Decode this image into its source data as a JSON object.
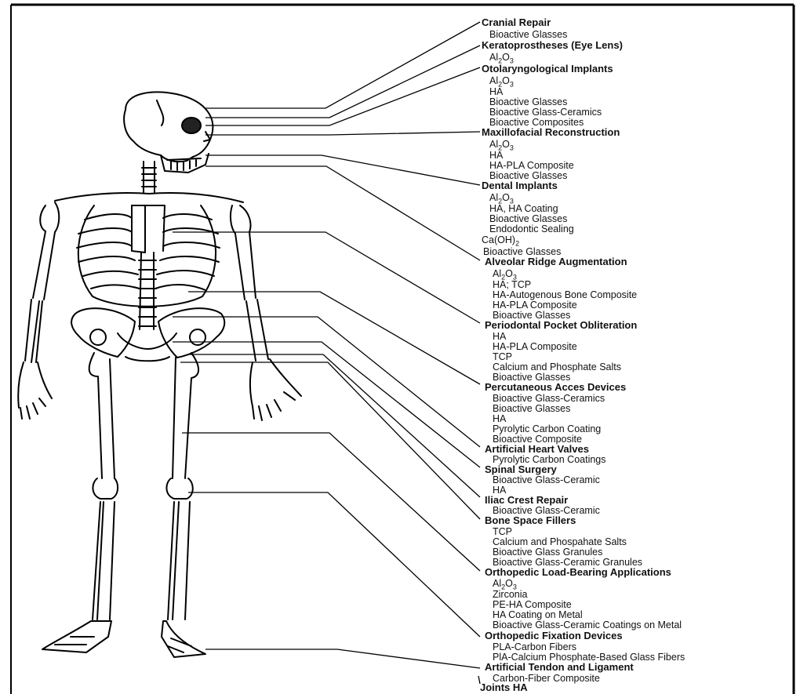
{
  "figure": {
    "groups": [
      {
        "title": "Cranial Repair",
        "items": [
          "Bioactive Glasses"
        ]
      },
      {
        "title": "Keratoprostheses (Eye Lens)",
        "items": [
          "Al2O3"
        ]
      },
      {
        "title": "Otolaryngological Implants",
        "items": [
          "Al2O3",
          "HA",
          "Bioactive Glasses",
          "Bioactive Glass-Ceramics",
          "Bioactive Composites"
        ]
      },
      {
        "title": "Maxillofacial Reconstruction",
        "items": [
          "Al2O3",
          "HA",
          "HA-PLA Composite",
          "Bioactive Glasses"
        ]
      },
      {
        "title": "Dental Implants",
        "items": [
          "Al2O3",
          "HA, HA Coating",
          "Bioactive Glasses",
          "Endodontic Sealing",
          "Ca(OH)2",
          "Bioactive Glasses"
        ]
      },
      {
        "title": "Alveolar Ridge Augmentation",
        "items": [
          "Al2O3",
          "HA; TCP",
          "HA-Autogenous Bone Composite",
          "HA-PLA Composite",
          "Bioactive Glasses"
        ]
      },
      {
        "title": "Periodontal Pocket Obliteration",
        "items": [
          "HA",
          "HA-PLA Composite",
          "TCP",
          "Calcium and Phosphate Salts",
          "Bioactive Glasses"
        ]
      },
      {
        "title": "Percutaneous Acces Devices",
        "items": [
          "Bioactive Glass-Ceramics",
          "Bioactive Glasses",
          "HA",
          "Pyrolytic Carbon Coating",
          "Bioactive Composite"
        ]
      },
      {
        "title": "Artificial Heart Valves",
        "items": [
          "Pyrolytic Carbon Coatings"
        ]
      },
      {
        "title": "Spinal Surgery",
        "items": [
          "Bioactive Glass-Ceramic",
          "HA"
        ]
      },
      {
        "title": "Iliac Crest Repair",
        "items": [
          "Bioactive Glass-Ceramic"
        ]
      },
      {
        "title": "Bone Space Fillers",
        "items": [
          "TCP",
          "Calcium and Phospahate Salts",
          "Bioactive Glass Granules",
          "Bioactive Glass-Ceramic Granules"
        ]
      },
      {
        "title": "Orthopedic Load-Bearing Applications",
        "items": [
          "Al2O3",
          "Zirconia",
          "PE-HA Composite",
          "HA Coating on Metal",
          "Bioactive Glass-Ceramic Coatings on Metal"
        ]
      },
      {
        "title": "Orthopedic Fixation Devices",
        "items": [
          "PLA-Carbon Fibers",
          "PlA-Calcium Phosphate-Based Glass Fibers"
        ]
      },
      {
        "title": "Artificial Tendon and Ligament",
        "items": [
          "Carbon-Fiber Composite"
        ]
      },
      {
        "title": "Joints HA",
        "items": []
      }
    ]
  }
}
